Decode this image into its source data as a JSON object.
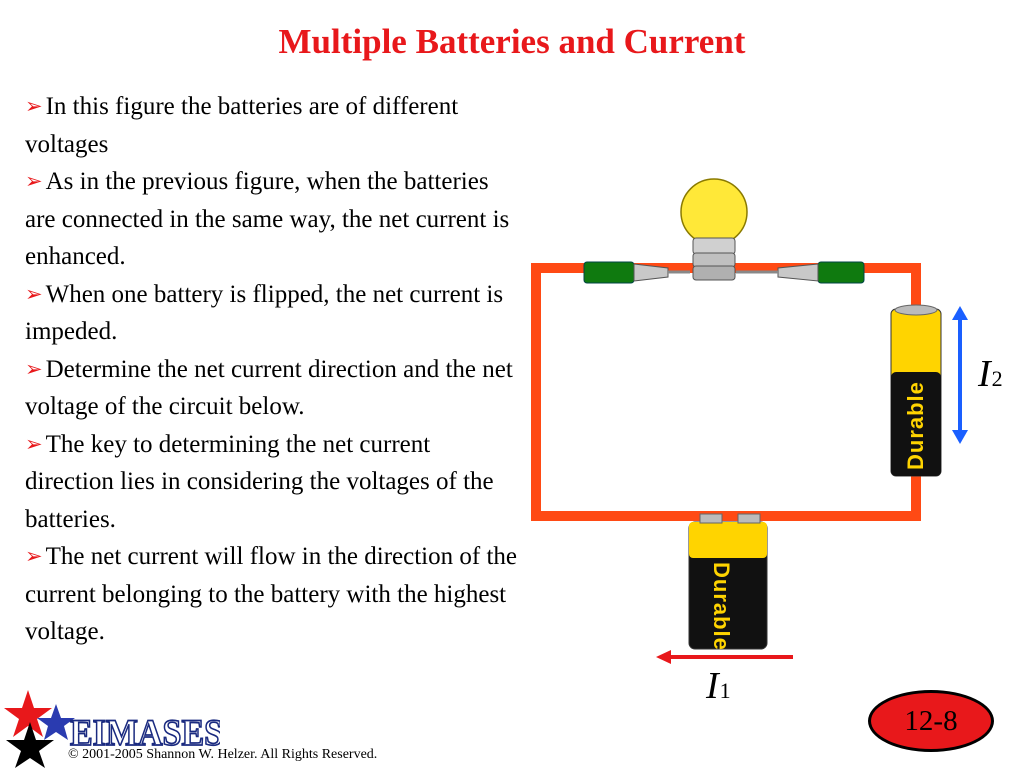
{
  "title": "Multiple Batteries and Current",
  "bullets": [
    {
      "text": "In this figure the batteries are of different voltages"
    },
    {
      "text": "As in the previous figure, when the batteries are connected in the same way, the net current is enhanced."
    },
    {
      "text": "When one battery is flipped, the net current is impeded."
    },
    {
      "text": "Determine the net current direction and the net voltage of the circuit below."
    },
    {
      "text": "The key to determining the net current direction lies in considering the voltages of the batteries."
    },
    {
      "text": "The net current will flow in the direction of the current belonging to the battery with the highest voltage."
    }
  ],
  "diagram": {
    "battery_brand": "Durable",
    "current_1": {
      "symbol": "I",
      "subscript": "1"
    },
    "current_2": {
      "symbol": "I",
      "subscript": "2"
    },
    "colors": {
      "wire": "#ff4a14",
      "battery_yellow": "#ffd400",
      "battery_black": "#000000",
      "bulb": "#ffe838",
      "clip_green": "#0f7a0f",
      "current_arrow_1": "#e8181b",
      "current_arrow_2": "#1a5fff"
    }
  },
  "logo": {
    "text": "EIMASES"
  },
  "copyright": "© 2001-2005 Shannon W. Helzer.  All Rights Reserved.",
  "page_number": "12-8"
}
